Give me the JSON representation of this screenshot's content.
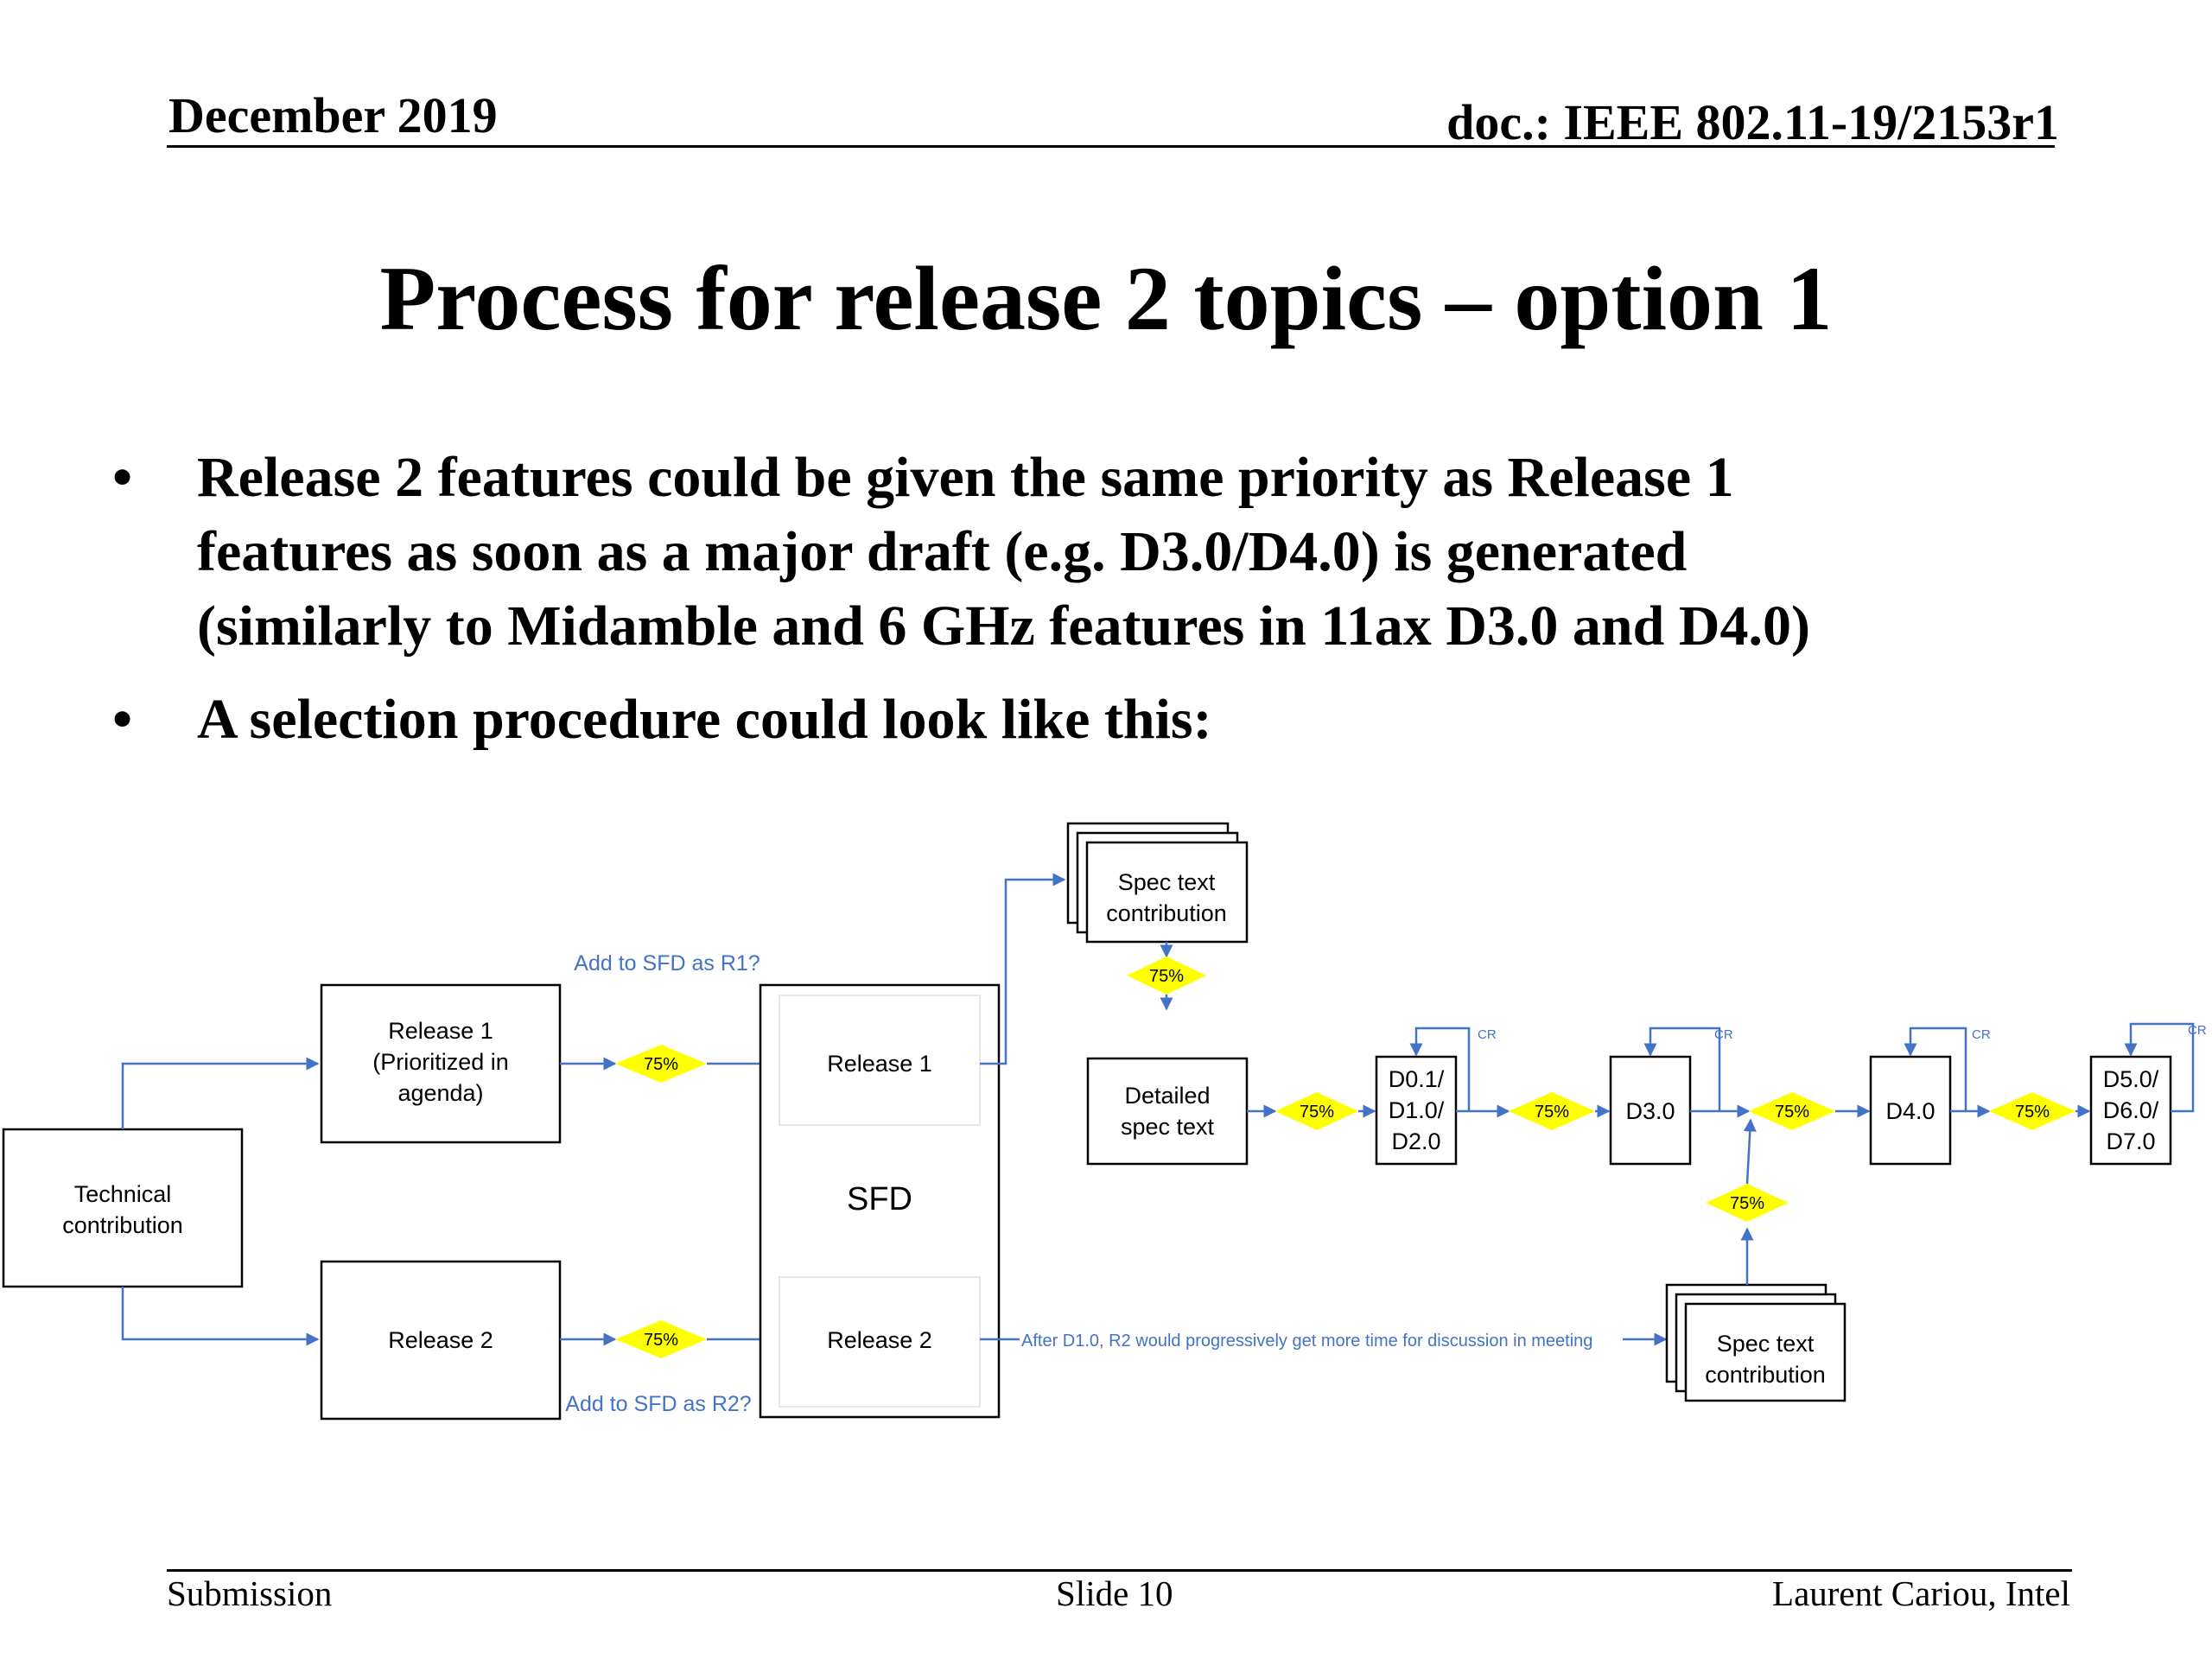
{
  "header": {
    "date": "December 2019",
    "doc": "doc.: IEEE 802.11-19/2153r1"
  },
  "title": "Process for release 2 topics – option 1",
  "bullets": [
    {
      "lines": [
        "Release 2 features could be given the same priority as Release 1",
        "features as soon as a major draft (e.g. D3.0/D4.0) is generated",
        "(similarly to Midamble and 6 GHz features in 11ax D3.0 and D4.0)"
      ]
    },
    {
      "lines": [
        "A selection procedure could look like this:"
      ]
    }
  ],
  "diagram": {
    "technical_contribution": [
      "Technical",
      "contribution"
    ],
    "release1_box": [
      "Release 1",
      "(Prioritized in",
      "agenda)"
    ],
    "release2_box": "Release 2",
    "add_r1": "Add to SFD as R1?",
    "add_r2": "Add to SFD as R2?",
    "gate": "75%",
    "sfd": "SFD",
    "sfd_release1": "Release 1",
    "sfd_release2": "Release 2",
    "spec_text_contribution": [
      "Spec text",
      "contribution"
    ],
    "detailed_spec_text": [
      "Detailed",
      "spec text"
    ],
    "d0": [
      "D0.1/",
      "D1.0/",
      "D2.0"
    ],
    "d3": "D3.0",
    "d4": "D4.0",
    "d5": [
      "D5.0/",
      "D6.0/",
      "D7.0"
    ],
    "cr": "CR",
    "after_note": "After D1.0, R2 would progressively get more time for discussion in meeting",
    "spec_text_contribution_2": [
      "Spec text",
      "contribution"
    ]
  },
  "footer": {
    "left": "Submission",
    "center": "Slide 10",
    "right": "Laurent Cariou, Intel"
  },
  "colors": {
    "connector": "#4472C4",
    "gate_fill": "#FFFF00"
  }
}
